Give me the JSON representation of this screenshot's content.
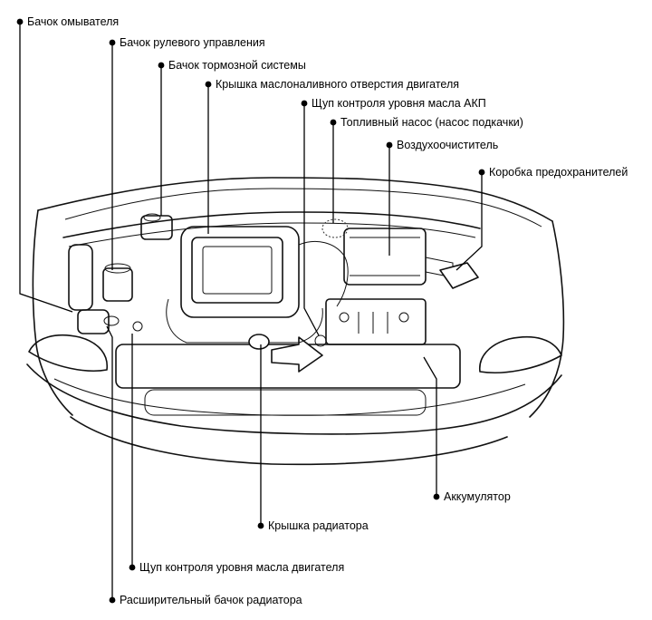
{
  "labels": {
    "washer_reservoir": "Бачок омывателя",
    "power_steering_reservoir": "Бачок рулевого управления",
    "brake_reservoir": "Бачок тормозной системы",
    "oil_filler_cap": "Крышка маслоналивного отверстия двигателя",
    "atf_dipstick": "Щуп контроля уровня масла АКП",
    "fuel_pump": "Топливный насос (насос подкачки)",
    "air_cleaner": "Воздухоочиститель",
    "fuse_box": "Коробка предохранителей",
    "battery": "Аккумулятор",
    "radiator_cap": "Крышка радиатора",
    "engine_oil_dipstick": "Щуп контроля уровня масла двигателя",
    "coolant_reservoir": "Расширительный бачок радиатора"
  }
}
